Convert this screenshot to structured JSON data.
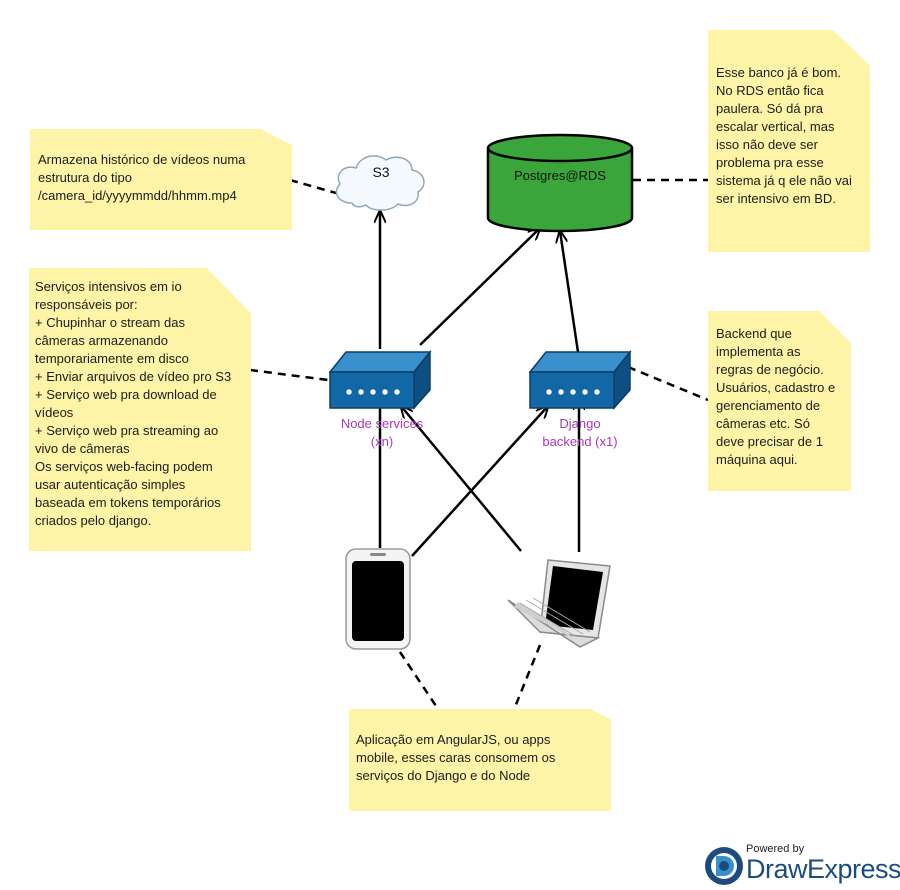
{
  "notes": {
    "s3_note": [
      "Armazena histórico de vídeos numa",
      "estrutura do tipo",
      "/camera_id/yyyymmdd/hhmm.mp4"
    ],
    "db_note": [
      "Esse banco já é bom.",
      "No RDS então fica",
      "paulera. Só dá pra",
      "escalar vertical, mas",
      "isso não deve ser",
      "problema pra esse",
      "sistema já q ele não vai",
      "ser intensivo em BD."
    ],
    "node_note": [
      "Serviços intensivos em io",
      "responsáveis por:",
      "+ Chupinhar o stream das",
      "câmeras armazenando",
      "temporariamente em disco",
      "+ Enviar arquivos de vídeo pro S3",
      "+ Serviço web pra download de",
      "vídeos",
      "+ Serviço web pra streaming ao",
      "vivo de câmeras",
      "Os serviços web-facing podem",
      "usar autenticação simples",
      "baseada em tokens temporários",
      "criados pelo django."
    ],
    "django_note": [
      "Backend que",
      "implementa as",
      "regras de negócio.",
      "Usuários, cadastro e",
      "gerenciamento de",
      "câmeras etc. Só",
      "deve precisar de 1",
      "máquina aqui."
    ],
    "client_note": [
      "Aplicação em AngularJS, ou apps",
      "mobile, esses caras consomem os",
      "serviços do Django e do Node"
    ]
  },
  "nodes": {
    "s3_label": "S3",
    "db_label": "Postgres@RDS",
    "node_services_label": [
      "Node services",
      "(xn)"
    ],
    "django_label": [
      "Django",
      "backend (x1)"
    ]
  },
  "branding": {
    "powered_by": "Powered by",
    "product_name": "DrawExpress"
  },
  "colors": {
    "note_bg": "#fdf4a8",
    "db_fill": "#3aa53a",
    "switch_fill": "#1268a7",
    "label_purple": "#a83ab8",
    "brand_blue": "#1d4b80"
  }
}
